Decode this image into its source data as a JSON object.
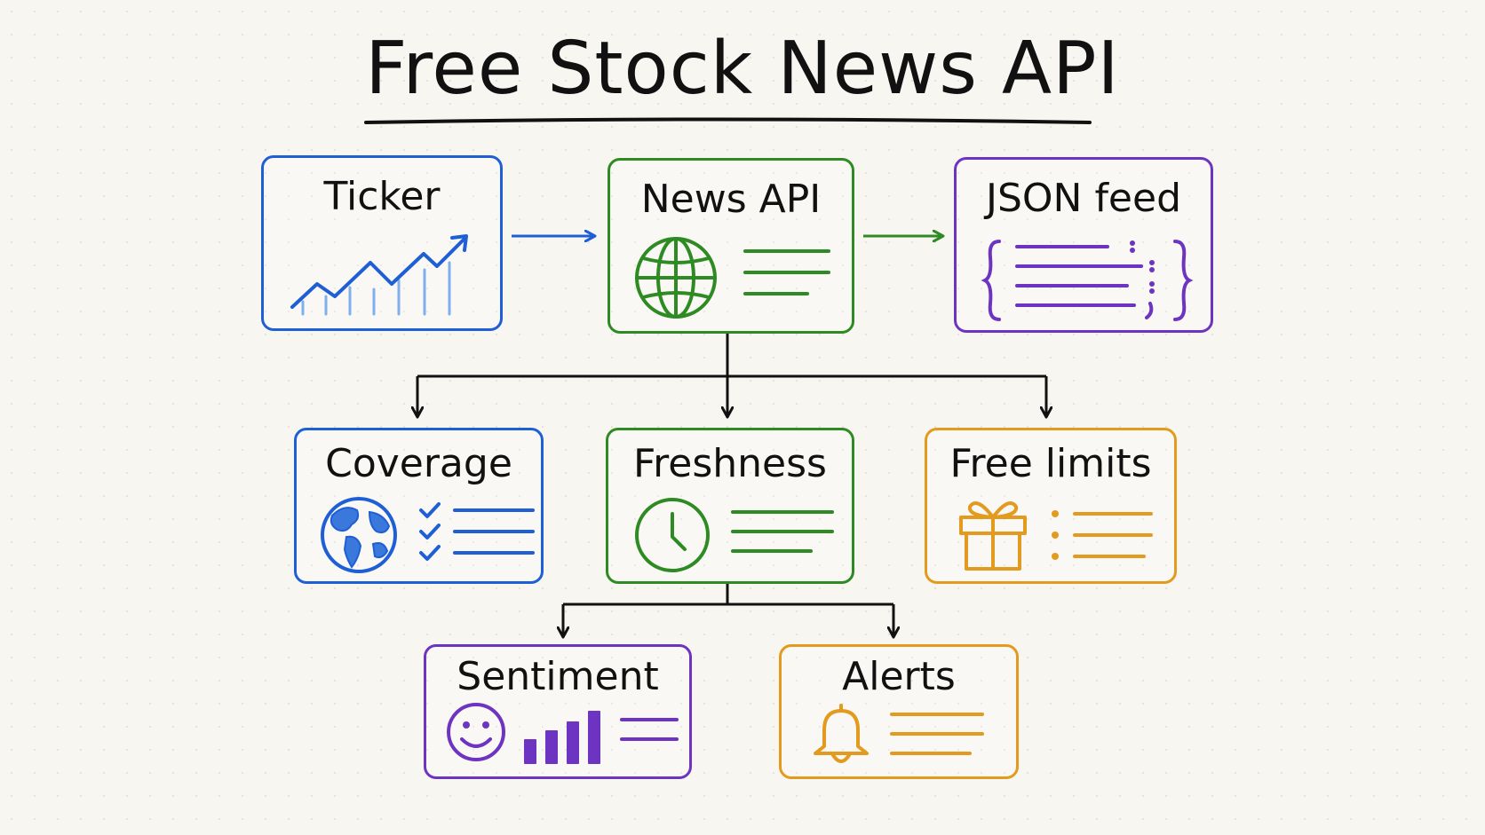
{
  "title": "Free Stock News API",
  "colors": {
    "blue": "#1f5fd6",
    "green": "#2e8a22",
    "purple": "#6c34c0",
    "orange": "#e29b1e",
    "ink": "#111111"
  },
  "nodes": {
    "ticker": {
      "label": "Ticker",
      "icon": "rising-chart-icon"
    },
    "news_api": {
      "label": "News API",
      "icon": "globe-icon"
    },
    "json_feed": {
      "label": "JSON feed",
      "icon": "json-braces-icon"
    },
    "coverage": {
      "label": "Coverage",
      "icon": "earth-icon"
    },
    "freshness": {
      "label": "Freshness",
      "icon": "clock-icon"
    },
    "free_limits": {
      "label": "Free limits",
      "icon": "gift-icon"
    },
    "sentiment": {
      "label": "Sentiment",
      "icon": "smiley-icon"
    },
    "alerts": {
      "label": "Alerts",
      "icon": "bell-icon"
    }
  },
  "edges": [
    [
      "ticker",
      "news_api"
    ],
    [
      "news_api",
      "json_feed"
    ],
    [
      "news_api",
      "coverage"
    ],
    [
      "news_api",
      "freshness"
    ],
    [
      "news_api",
      "free_limits"
    ],
    [
      "freshness",
      "sentiment"
    ],
    [
      "freshness",
      "alerts"
    ]
  ]
}
